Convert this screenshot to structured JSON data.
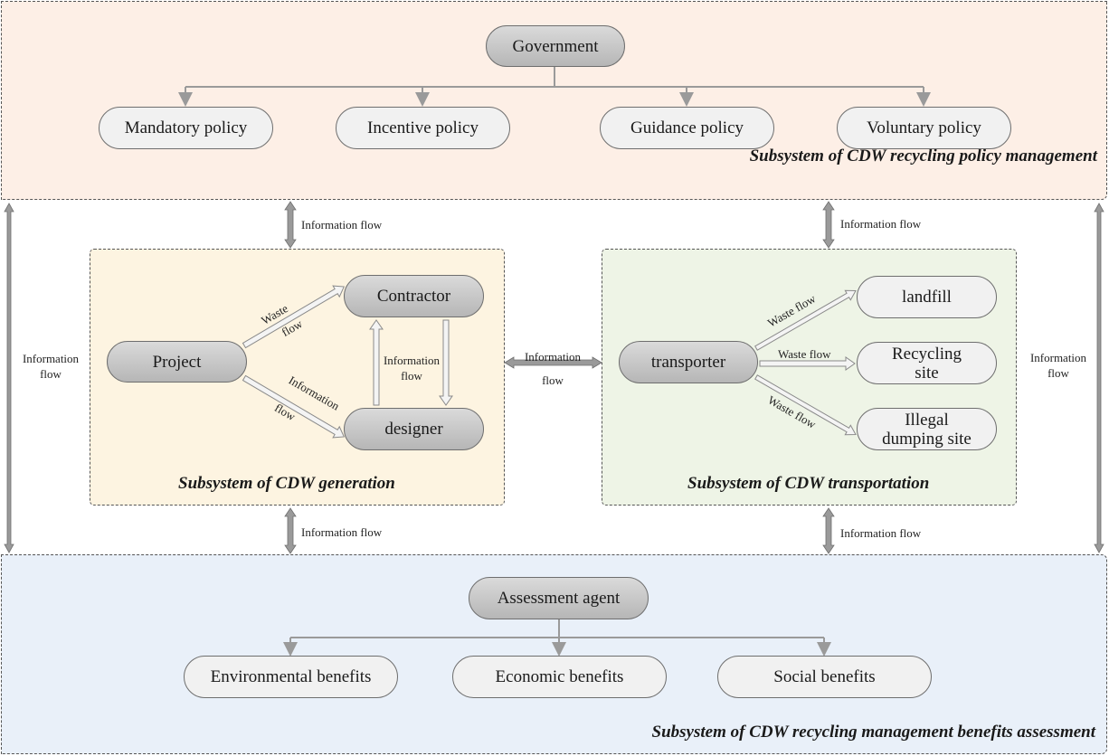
{
  "policy_subsystem": {
    "title": "Subsystem of CDW recycling policy management",
    "root": "Government",
    "children": [
      "Mandatory policy",
      "Incentive policy",
      "Guidance policy",
      "Voluntary policy"
    ]
  },
  "generation_subsystem": {
    "title": "Subsystem of CDW generation",
    "nodes": {
      "project": "Project",
      "contractor": "Contractor",
      "designer": "designer"
    },
    "edges": {
      "project_contractor": [
        "Waste",
        "flow"
      ],
      "project_designer": [
        "Information",
        "flow"
      ],
      "contractor_designer": [
        "Information",
        "flow"
      ]
    }
  },
  "transportation_subsystem": {
    "title": "Subsystem of CDW transportation",
    "nodes": {
      "transporter": "transporter",
      "landfill": "landfill",
      "recycling": [
        "Recycling",
        "site"
      ],
      "illegal": [
        "Illegal",
        "dumping site"
      ]
    },
    "edges": {
      "to_landfill": "Waste flow",
      "to_recycling": "Waste flow",
      "to_illegal": "Waste flow"
    }
  },
  "assessment_subsystem": {
    "title": "Subsystem of CDW recycling  management benefits assessment",
    "root": "Assessment agent",
    "children": [
      "Environmental benefits",
      "Economic benefits",
      "Social benefits"
    ]
  },
  "connectors": {
    "left_outer": [
      "Information",
      "flow"
    ],
    "right_outer": [
      "Information",
      "flow"
    ],
    "policy_generation": "Information flow",
    "policy_transportation": "Information flow",
    "generation_assessment": "Information flow",
    "transportation_assessment": "Information flow",
    "generation_transportation": [
      "Information",
      "flow"
    ]
  },
  "colors": {
    "policy_bg": "#fdefe6",
    "generation_bg": "#fdf4e1",
    "transportation_bg": "#eef4e6",
    "assessment_bg": "#e9f0f9",
    "arrow_gray": "#9a9a9a"
  }
}
